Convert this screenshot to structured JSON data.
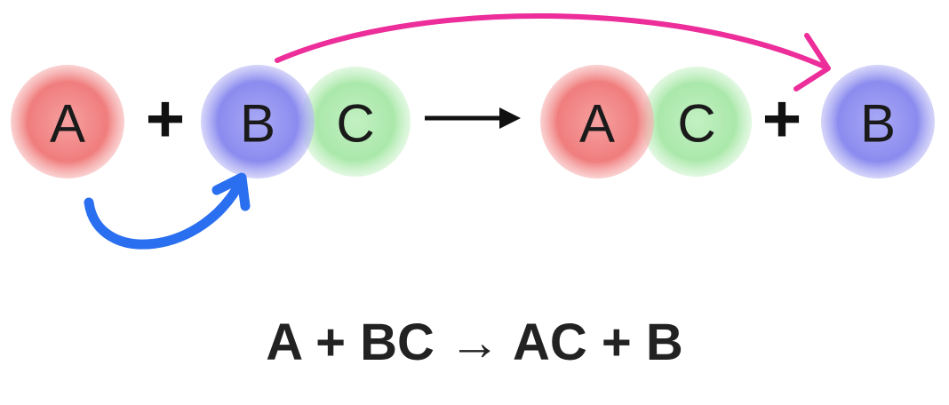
{
  "reaction": {
    "reactant_a": "A",
    "plus_1": "+",
    "reactant_b": "B",
    "reactant_c": "C",
    "product_a": "A",
    "product_c": "C",
    "plus_2": "+",
    "product_b": "B"
  },
  "equation": "A + BC → AC + B",
  "colors": {
    "atom_a": "#f08080",
    "atom_b": "#8c8cf0",
    "atom_c": "#a8e6a8",
    "blue_arrow": "#2a6ff0",
    "pink_arrow": "#ec2d9a",
    "reaction_arrow": "#111111"
  }
}
